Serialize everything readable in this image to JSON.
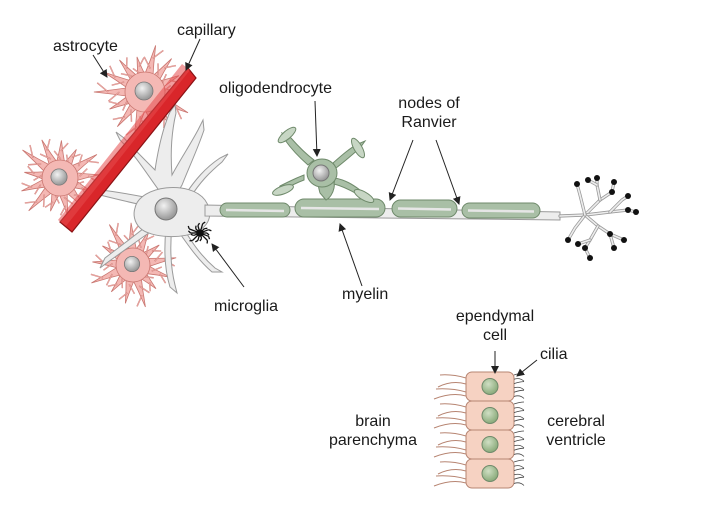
{
  "labels": {
    "astrocyte": "astrocyte",
    "capillary": "capillary",
    "oligodendrocyte": "oligodendrocyte",
    "nodes_line1": "nodes of",
    "nodes_line2": "Ranvier",
    "microglia": "microglia",
    "myelin": "myelin",
    "ependymal_line1": "ependymal",
    "ependymal_line2": "cell",
    "cilia": "cilia",
    "brain_line1": "brain",
    "brain_line2": "parenchyma",
    "cerebral_line1": "cerebral",
    "cerebral_line2": "ventricle"
  },
  "colors": {
    "astrocyte_fill": "#f4b8b4",
    "astrocyte_stroke": "#c97670",
    "capillary": "#d9262a",
    "capillary_dark": "#8a1214",
    "neuron_fill": "#ededed",
    "neuron_stroke": "#9a9a9a",
    "myelin_fill": "#a9bfa6",
    "myelin_stroke": "#6f8a6b",
    "ependymal_fill": "#f6d2c2",
    "ependymal_stroke": "#b78572",
    "ependymal_nucleus": "#aac39b",
    "nucleus": "#c8c8c8",
    "microglia": "#111111"
  },
  "icons": [
    "astrocyte-cell",
    "capillary-vessel",
    "neuron",
    "oligodendrocyte-cell",
    "microglia-cell",
    "ependymal-cell",
    "axon-terminal"
  ]
}
